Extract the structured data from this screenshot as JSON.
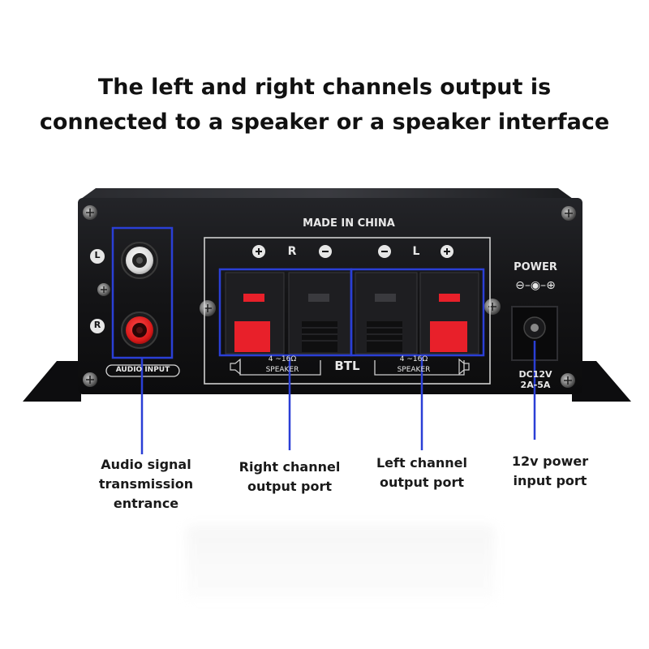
{
  "title": {
    "line1": "The left and right channels output is",
    "line2": "connected to a speaker or a speaker interface"
  },
  "panel": {
    "made_in": "MADE IN CHINA",
    "power_label": "POWER",
    "power_polarity": "⊖–◉–⊕",
    "input_left": "L",
    "input_right": "R",
    "audio_input_label": "AUDIO INPUT",
    "right_channel": {
      "plus": "+",
      "letter": "R",
      "minus": "−"
    },
    "left_channel": {
      "minus": "−",
      "letter": "L",
      "plus": "+"
    },
    "impedance_left": "4 ~16Ω",
    "impedance_right": "4 ~16Ω",
    "speaker_left": "SPEAKER",
    "speaker_right": "SPEAKER",
    "btl": "BTL",
    "dc_rating_line1": "DC12V",
    "dc_rating_line2": "2A-5A"
  },
  "callouts": {
    "audio": [
      "Audio signal",
      "transmission",
      "entrance"
    ],
    "right": [
      "Right channel",
      "output port"
    ],
    "left": [
      "Left channel",
      "output port"
    ],
    "power": [
      "12v power",
      "input port"
    ]
  },
  "colors": {
    "highlight": "#2a3fd6",
    "panel": "#141416",
    "terminal_red": "#e8202a"
  }
}
